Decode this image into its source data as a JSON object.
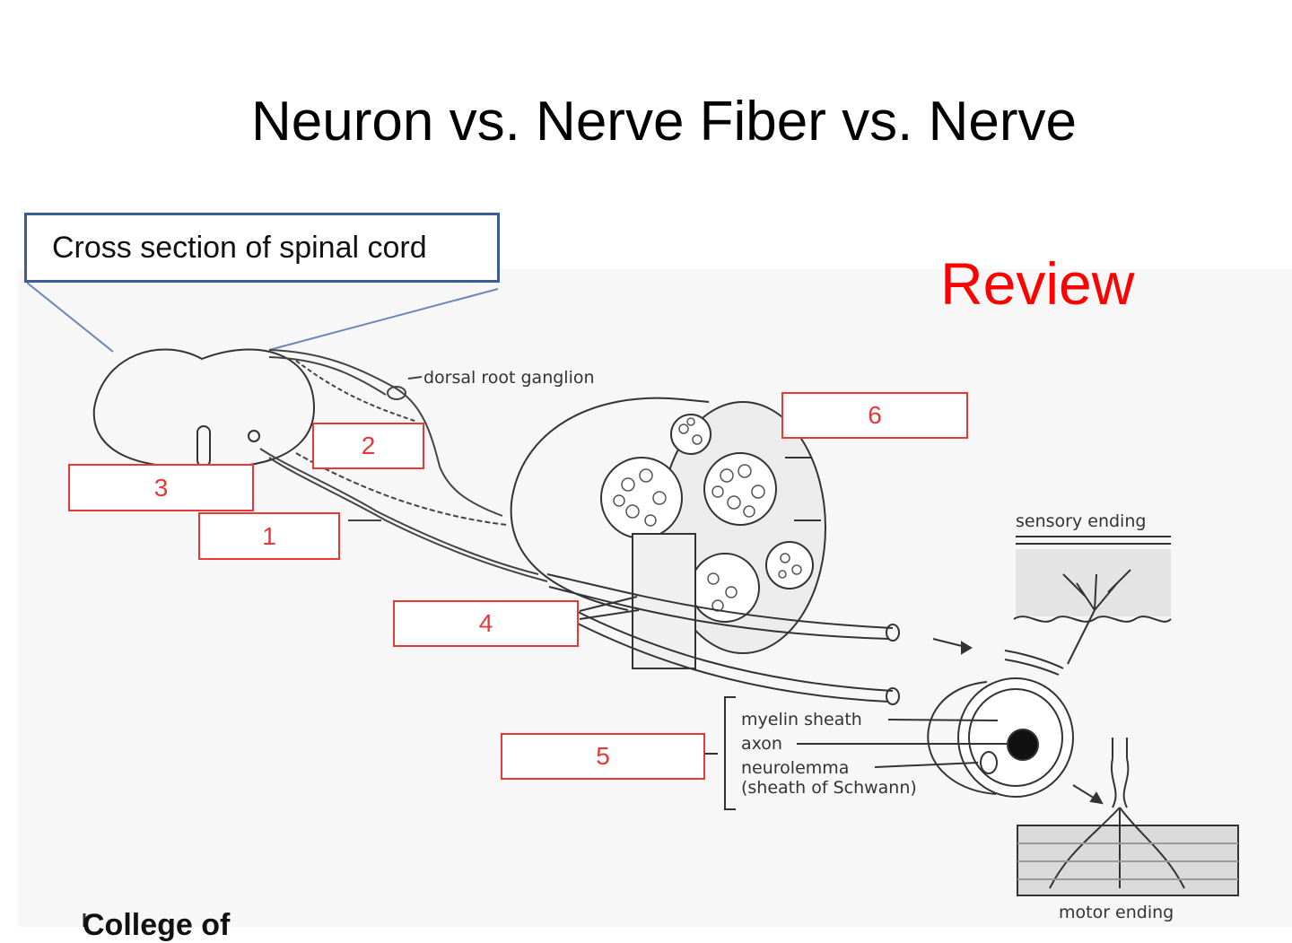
{
  "title": "Neuron vs. Nerve Fiber vs. Nerve",
  "review": "Review",
  "callout": "Cross section of spinal cord",
  "answer_boxes": {
    "box1": "1",
    "box2": "2",
    "box3": "3",
    "box4": "4",
    "box5": "5",
    "box6": "6"
  },
  "labels": {
    "dorsal_root_ganglion": "dorsal root ganglion",
    "sensory_ending": "sensory ending",
    "myelin_sheath": "myelin sheath",
    "axon": "axon",
    "neurolemma": "neurolemma",
    "sheath_of_schwann": "(sheath of Schwann)",
    "motor_ending": "motor ending"
  },
  "footer_fragment": "College of",
  "colors": {
    "answer_box": "#e53935",
    "callout_border": "#3b5c95",
    "review_text": "#ff0000"
  }
}
